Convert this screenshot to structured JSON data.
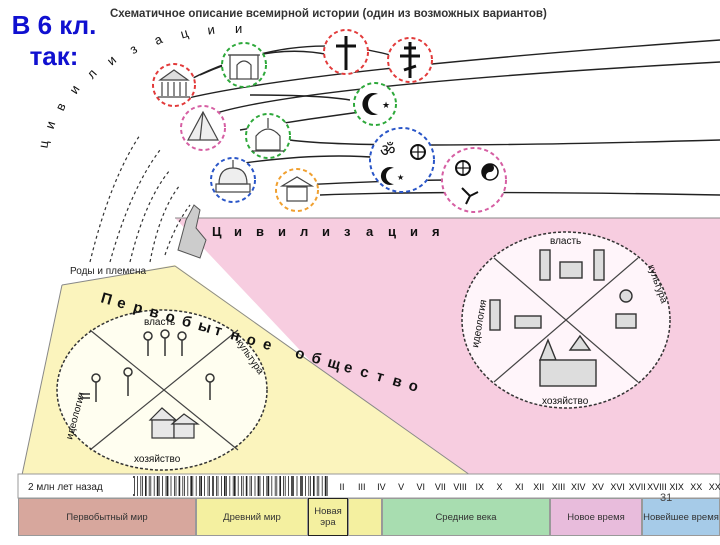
{
  "slide_label": [
    "В 6 кл.",
    "так:"
  ],
  "title": "Схематичное описание всемирной истории (один из возможных вариантов)",
  "arc_letters": [
    "ц",
    "и",
    "в",
    "и",
    "л",
    "и",
    "з",
    "а",
    "ц",
    "и",
    "и"
  ],
  "civ_letters": [
    "Ц",
    "и",
    "в",
    "и",
    "л",
    "и",
    "з",
    "а",
    "ц",
    "и",
    "я"
  ],
  "primitive_letters": [
    "П",
    "е",
    "р",
    "в",
    "о",
    "б",
    "ы",
    "т",
    "н",
    "о",
    "е",
    " ",
    "о",
    "б",
    "щ",
    "е",
    "с",
    "т",
    "в",
    "о"
  ],
  "tribes_label": "Роды и племена",
  "left_circle": {
    "top": "власть",
    "right": "культура",
    "bottom": "хозяйство",
    "left": "идеология"
  },
  "right_circle": {
    "top": "власть",
    "right": "культура",
    "bottom": "хозяйство",
    "left": "идеология"
  },
  "timeline": {
    "start_label": "2 млн лет назад",
    "centuries": [
      "II",
      "III",
      "IV",
      "V",
      "VI",
      "VII",
      "VIII",
      "IX",
      "X",
      "XI",
      "XII",
      "XIII",
      "XIV",
      "XV",
      "XVI",
      "XVII",
      "XVIII",
      "XIX",
      "XX",
      "XXI"
    ]
  },
  "eras": [
    {
      "label": "Первобытный мир",
      "color": "#d7a79d"
    },
    {
      "label": "Древний мир",
      "color": "#f4f0a0"
    },
    {
      "label": "Новая эра",
      "color": "#f4f0a0"
    },
    {
      "label": "Средние века",
      "color": "#a8ddb0"
    },
    {
      "label": "Новое время",
      "color": "#e8bcdc"
    },
    {
      "label": "Новейшее время",
      "color": "#a6cbe8"
    }
  ],
  "page_number": "31",
  "colors": {
    "slide_label": "#1010d0",
    "primitive_bg": "#fbf4bd",
    "civ_bg": "#f7cde0",
    "circle_red": "#e23a3a",
    "circle_green": "#2da83a",
    "circle_orange": "#f0a030",
    "circle_blue": "#2a56c8",
    "circle_pink": "#d65fa3"
  },
  "icons": [
    "temple-icon",
    "arch-icon",
    "pyramid-icon",
    "church-icon",
    "stupa-icon",
    "dome-icon",
    "pagoda-icon",
    "cross-icon",
    "orthodox-cross-icon",
    "crescent-icon",
    "om-icon",
    "dharma-wheel-icon",
    "yin-yang-icon"
  ]
}
